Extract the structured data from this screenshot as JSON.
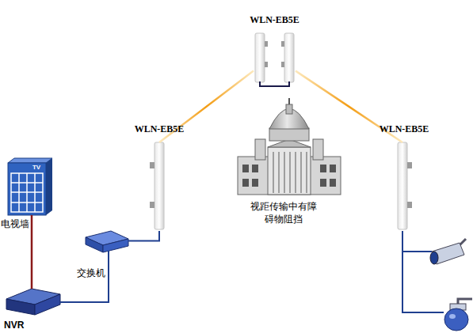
{
  "diagram": {
    "nodes": [
      {
        "text": [
          "WLN-EB5E"
        ]
      },
      {
        "text": [
          "WLN-EB5E"
        ]
      },
      {
        "text": [
          "WLN-EB5E"
        ]
      },
      {
        "text": [
          "TV",
          "电视墙"
        ]
      },
      {
        "text": [
          "交换机"
        ]
      },
      {
        "text": [
          "NVR"
        ]
      }
    ],
    "edges": [
      {
        "from": 0,
        "to": 1,
        "arrow": "none"
      },
      {
        "from": 0,
        "to": 2,
        "arrow": "none"
      },
      {
        "from": 3,
        "to": 5,
        "arrow": "none"
      },
      {
        "from": 5,
        "to": 4,
        "arrow": "none"
      },
      {
        "from": 4,
        "to": 1,
        "arrow": "none"
      }
    ],
    "labels": [
      "视距传输中有障碍物阻挡"
    ]
  }
}
